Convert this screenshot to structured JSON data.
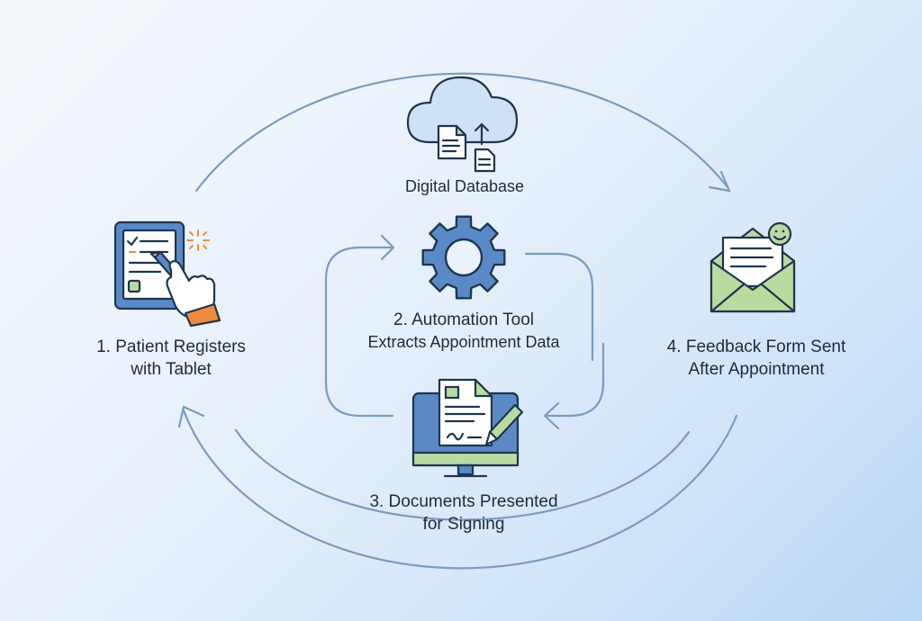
{
  "nodes": {
    "database": {
      "label": "Digital Database"
    },
    "step1": {
      "line1": "1. Patient Registers",
      "line2": "with Tablet"
    },
    "step2": {
      "line1": "2. Automation Tool",
      "line2": "Extracts Appointment Data"
    },
    "step3": {
      "line1": "3. Documents Presented",
      "line2": "for Signing"
    },
    "step4": {
      "line1": "4. Feedback Form Sent",
      "line2": "After Appointment"
    }
  },
  "colors": {
    "arrow": "#7a9cc0",
    "icon_outline": "#1f3550",
    "blue_fill": "#5a8ac6",
    "light_blue_fill": "#cfe1f5",
    "green_fill": "#b9dba0",
    "accent_orange": "#f08a3c"
  },
  "icons": {
    "database": "cloud-upload-icon",
    "step1": "tablet-touch-icon",
    "step2": "gear-icon",
    "step3": "monitor-document-icon",
    "step4": "envelope-smiley-icon"
  }
}
